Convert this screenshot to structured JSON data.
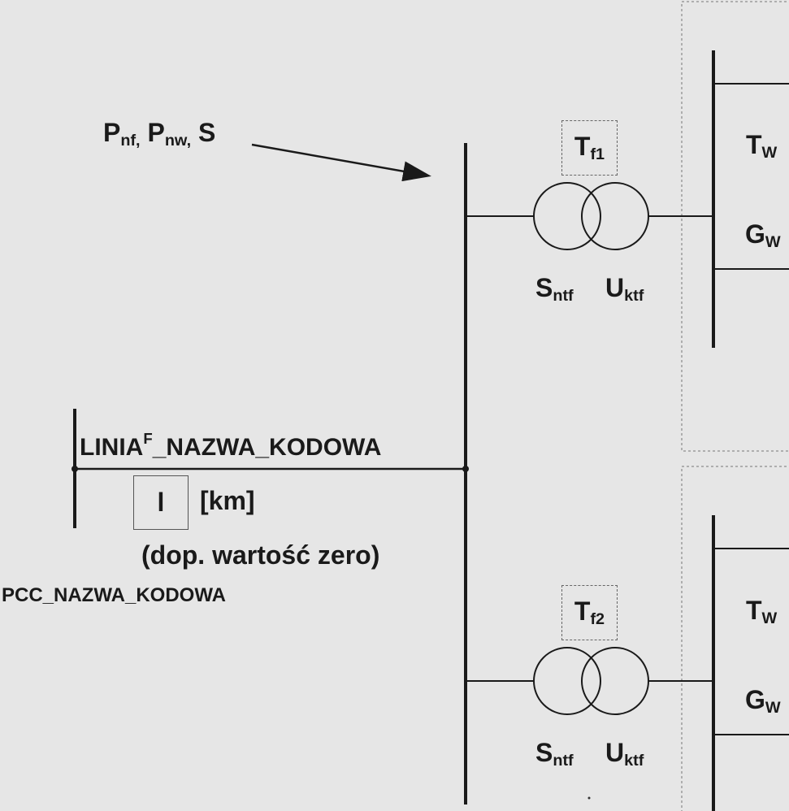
{
  "arrow_label": {
    "p": "P",
    "p_sub1": "nf,",
    "p2": "P",
    "p_sub2": "nw,",
    "s": "S"
  },
  "line_label": {
    "main": "LINIA",
    "sup": "F",
    "rest": "_NAZWA_KODOWA"
  },
  "length_box": "l",
  "length_unit": "[km]",
  "length_note": "(dop. wartość zero)",
  "pcc_label": "PCC_NAZWA_KODOWA",
  "transformers": [
    {
      "name": "T",
      "sub": "f1",
      "s": "S",
      "s_sub": "ntf",
      "u": "U",
      "u_sub": "ktf"
    },
    {
      "name": "T",
      "sub": "f2",
      "s": "S",
      "s_sub": "ntf",
      "u": "U",
      "u_sub": "ktf"
    }
  ],
  "wind_blocks": [
    {
      "t": "T",
      "t_sub": "W",
      "g": "G",
      "g_sub": "W"
    },
    {
      "t": "T",
      "t_sub": "W",
      "g": "G",
      "g_sub": "W"
    }
  ]
}
